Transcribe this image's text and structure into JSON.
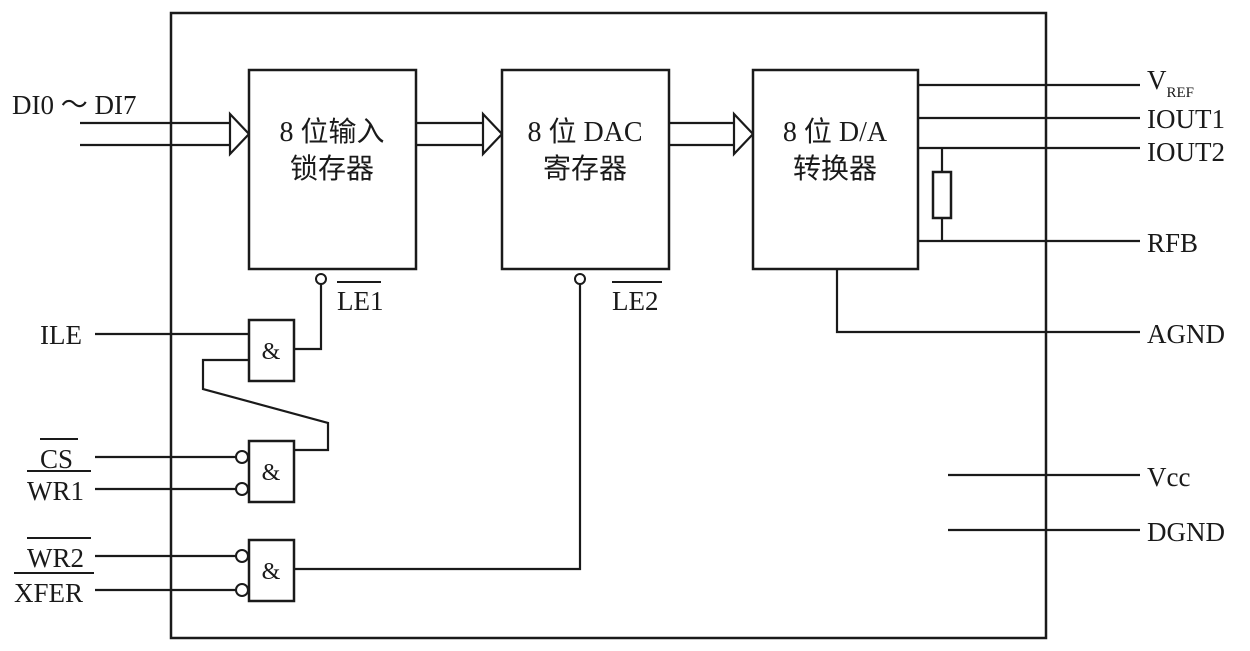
{
  "blocks": {
    "input_latch": {
      "line1": "8 位输入",
      "line2": "锁存器"
    },
    "dac_register": {
      "line1": "8 位 DAC",
      "line2": "寄存器"
    },
    "da_converter": {
      "line1": "8 位 D/A",
      "line2": "转换器"
    }
  },
  "gates": {
    "symbol": "&"
  },
  "pins": {
    "data_in": "DI0 ～ DI7",
    "ile": "ILE",
    "cs": "CS",
    "wr1": "WR1",
    "wr2": "WR2",
    "xfer": "XFER",
    "vref_main": "V",
    "vref_sub": "REF",
    "iout1": "IOUT1",
    "iout2": "IOUT2",
    "rfb": "RFB",
    "agnd": "AGND",
    "vcc": "Vcc",
    "dgnd": "DGND"
  },
  "signals": {
    "le1": "LE1",
    "le2": "LE2"
  }
}
